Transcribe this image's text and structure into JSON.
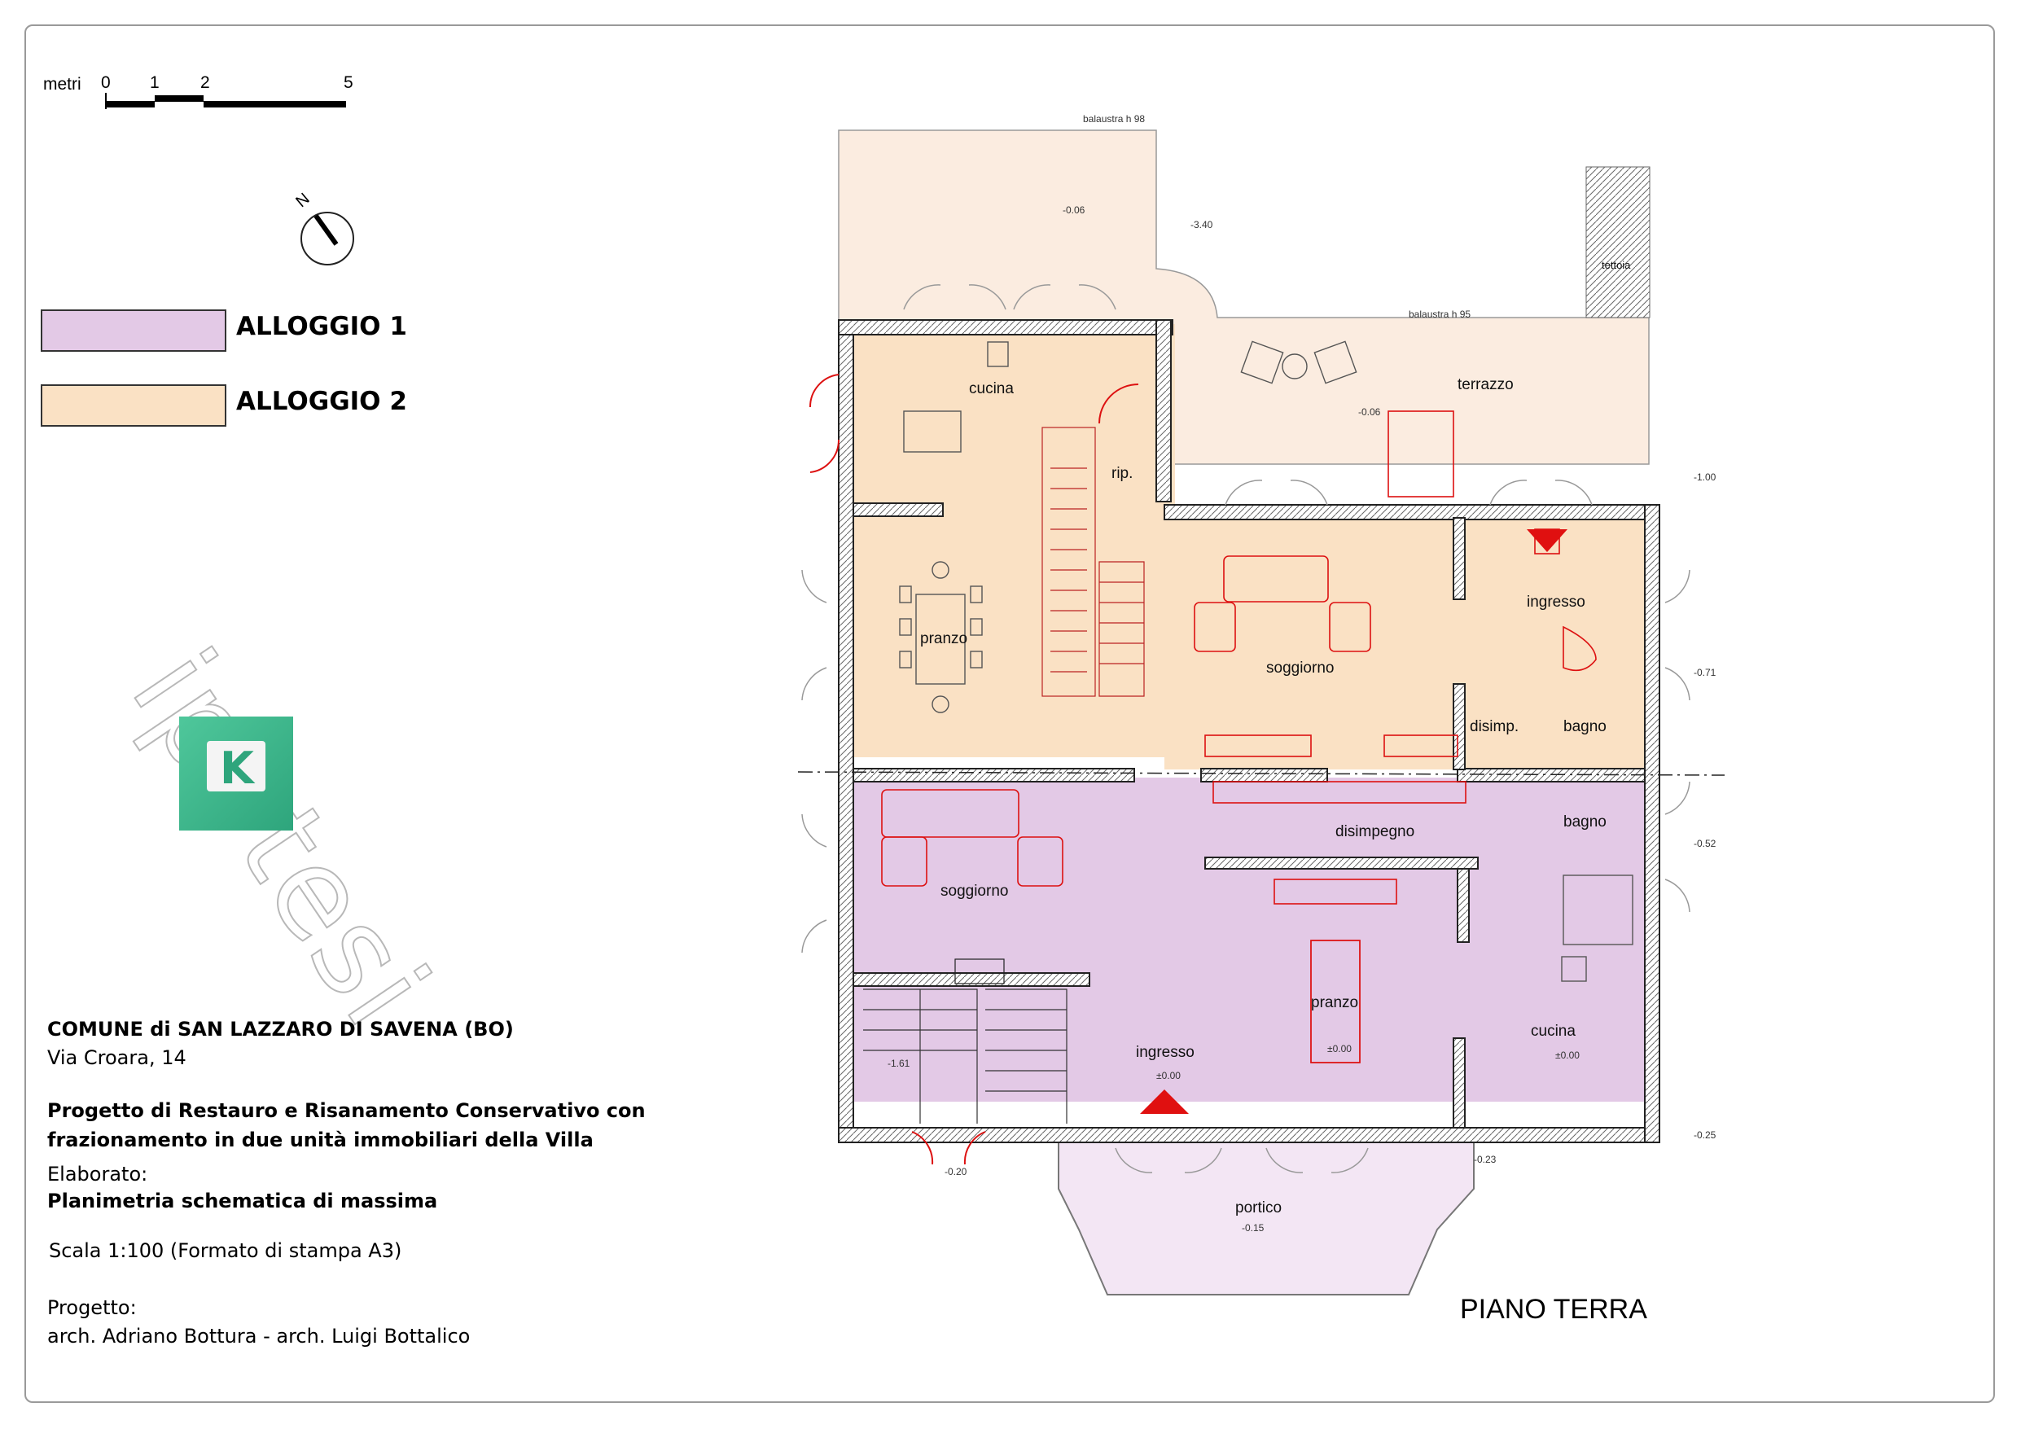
{
  "scale_bar": {
    "unit": "metri",
    "ticks": [
      "0",
      "1",
      "2",
      "5"
    ]
  },
  "north_label": "N",
  "legend": [
    {
      "label": "ALLOGGIO 1",
      "color": "#e3c9e6"
    },
    {
      "label": "ALLOGGIO 2",
      "color": "#fae1c4"
    }
  ],
  "watermark": "ipotesi",
  "logo_letter": "K",
  "title_block": {
    "comune": "COMUNE di SAN LAZZARO DI SAVENA (BO)",
    "indirizzo": "Via Croara, 14",
    "progetto_line1": "Progetto di Restauro e Risanamento Conservativo con",
    "progetto_line2": "frazionamento in due unità immobiliari della Villa",
    "elaborato_label": "Elaborato:",
    "elaborato": "Planimetria schematica di massima",
    "scala": "Scala 1:100 (Formato di stampa A3)",
    "progetto_label": "Progetto:",
    "progettisti": "arch. Adriano Bottura - arch. Luigi Bottalico"
  },
  "piano": "PIANO TERRA",
  "rooms": {
    "cucina2": "cucina",
    "rip": "rip.",
    "terrazzo": "terrazzo",
    "tettoia": "tettoia",
    "pranzo2": "pranzo",
    "soggiorno2": "soggiorno",
    "ingresso2": "ingresso",
    "disimp2": "disimp.",
    "bagno2": "bagno",
    "bagno1": "bagno",
    "disimpegno1": "disimpegno",
    "soggiorno1": "soggiorno",
    "pranzo1": "pranzo",
    "cucina1": "cucina",
    "ingresso1": "ingresso",
    "portico": "portico"
  },
  "annotations": {
    "balaustra98": "balaustra h 98",
    "balaustra95": "balaustra h 95",
    "lv_terr1": "-0.06",
    "lv_terr2": "-3.40",
    "lv_terr3": "-0.06",
    "lv_ext": "-1.00",
    "lv_ing1": "±0.00",
    "lv_pranzo1": "±0.00",
    "lv_cucina1": "±0.00",
    "lv_portico": "-0.15",
    "lv_scala": "-1.61",
    "lv_m020": "-0.20",
    "lv_m023": "-0.23",
    "lv_m025": "-0.25",
    "lv_m052": "-0.52",
    "lv_m071": "-0.71"
  }
}
